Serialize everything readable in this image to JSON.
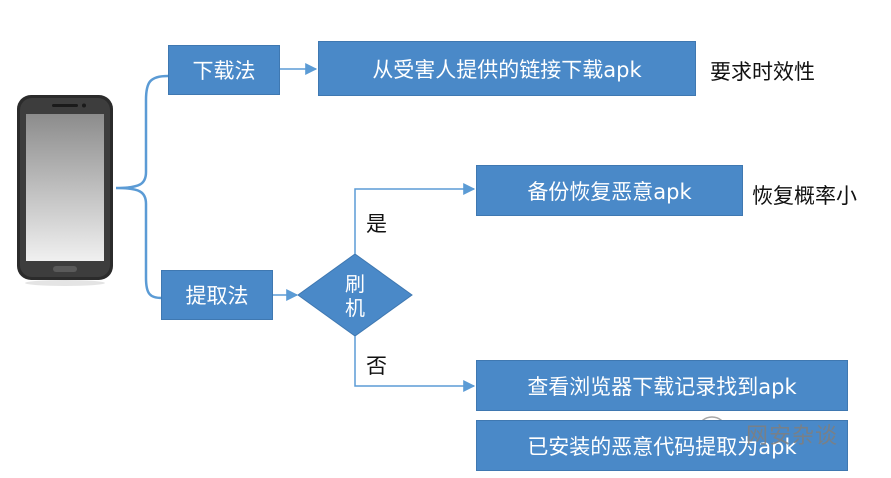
{
  "colors": {
    "box_fill": "#4A89C8",
    "box_border": "#3F78B1",
    "connector": "#5B9BD5",
    "text_dark": "#111111",
    "watermark": "#7f7f7f"
  },
  "device": {
    "icon": "smartphone-icon"
  },
  "methods": {
    "download": "下载法",
    "extract": "提取法"
  },
  "download_path": {
    "step": "从受害人提供的链接下载apk",
    "note": "要求时效性"
  },
  "decision": {
    "label": "刷机",
    "yes": "是",
    "no": "否"
  },
  "yes_path": {
    "step": "备份恢复恶意apk",
    "note": "恢复概率小"
  },
  "no_path": {
    "step1": "查看浏览器下载记录找到apk",
    "step2": "已安装的恶意代码提取为apk"
  },
  "watermark": {
    "icon": "wechat-icon",
    "text": "网安杂谈"
  }
}
